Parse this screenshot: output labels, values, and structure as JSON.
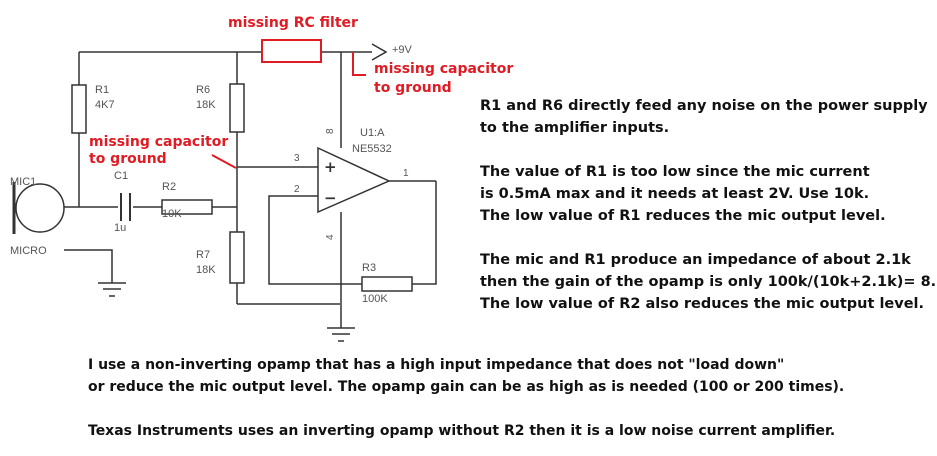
{
  "annotations": {
    "rc_filter": "missing RC filter",
    "cap_supply_1": "missing capacitor",
    "cap_supply_2": "to ground",
    "cap_input_1": "missing capacitor",
    "cap_input_2": "to ground"
  },
  "components": {
    "r1_ref": "R1",
    "r1_val": "4K7",
    "r6_ref": "R6",
    "r6_val": "18K",
    "r7_ref": "R7",
    "r7_val": "18K",
    "r2_ref": "R2",
    "r2_val": "10K",
    "r3_ref": "R3",
    "r3_val": "100K",
    "c1_ref": "C1",
    "c1_val": "1u",
    "mic_ref": "MIC1",
    "mic_val": "MICRO",
    "opamp_ref": "U1:A",
    "opamp_val": "NE5532",
    "supply": "+9V",
    "pin_8": "8",
    "pin_4": "4",
    "pin_3": "3",
    "pin_2": "2",
    "pin_1": "1",
    "plus": "+",
    "minus": "−"
  },
  "notes_right": [
    "R1 and R6 directly feed any noise on the power supply",
    "to the amplifier inputs.",
    "",
    "The value of R1 is too low since the mic current",
    "is 0.5mA max and it needs at least 2V. Use 10k.",
    "The low value of R1 reduces the mic output level.",
    "",
    "The mic and R1 produce an impedance of about 2.1k",
    "then the gain of the opamp is only 100k/(10k+2.1k)= 8.3.",
    "The low value of R2 also reduces the mic output level."
  ],
  "notes_bottom": [
    "I use a non-inverting opamp that has a high input impedance that does not \"load down\"",
    "or reduce the mic output level. The opamp gain can be as high as is needed (100 or 200 times).",
    "",
    "Texas Instruments uses an inverting opamp without R2 then it is a low noise current amplifier."
  ],
  "colors": {
    "annotation": "#e01b24",
    "wire": "#333333",
    "component": "#555555",
    "text": "#111111"
  }
}
